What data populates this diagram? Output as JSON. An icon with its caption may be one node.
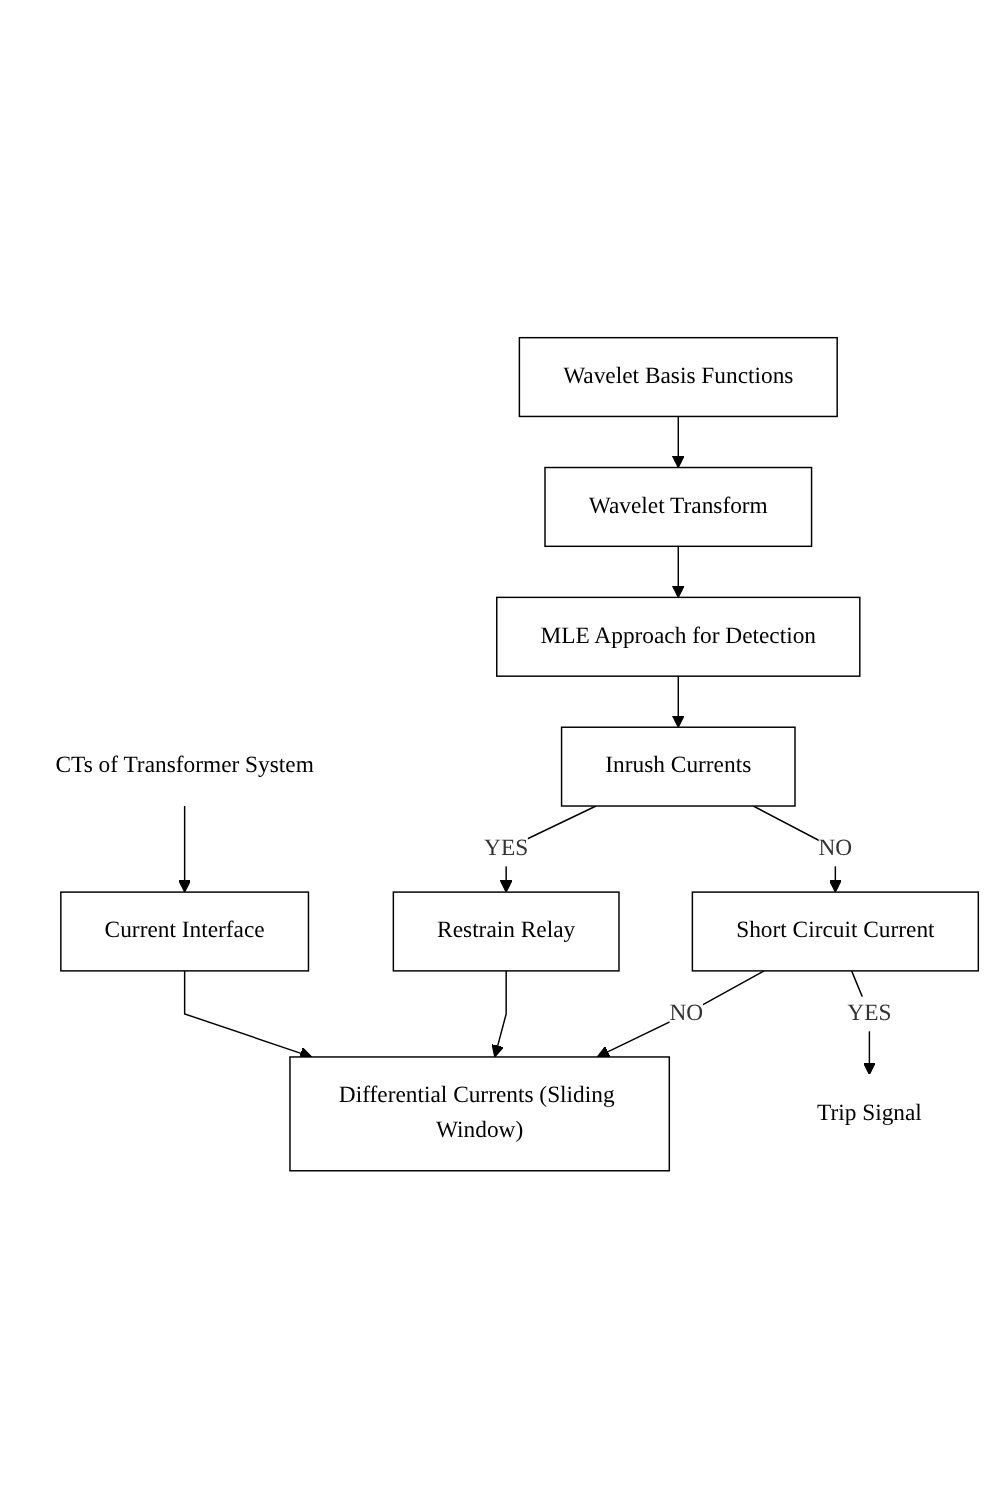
{
  "diagram": {
    "nodes": [
      {
        "text": [
          "CTs of Transformer System"
        ]
      },
      {
        "text": [
          "Current Interface"
        ]
      },
      {
        "text": [
          "Differential Currents (Sliding Window)"
        ]
      },
      {
        "text": [
          "Wavelet Transform"
        ]
      },
      {
        "text": [
          "Wavelet Basis Functions"
        ]
      },
      {
        "text": [
          "MLE Approach for Detection"
        ]
      },
      {
        "text": [
          "Inrush Currents"
        ]
      },
      {
        "text": [
          "Restrain Relay"
        ]
      },
      {
        "text": [
          "Short Circuit Current"
        ]
      },
      {
        "text": [
          "Trip Signal"
        ]
      }
    ],
    "edges": [
      {
        "from": 0,
        "to": 1,
        "arrow": "to"
      },
      {
        "from": 1,
        "to": 2,
        "arrow": "to"
      },
      {
        "from": 7,
        "to": 2,
        "arrow": "to"
      },
      {
        "from": 4,
        "to": 3,
        "arrow": "to"
      },
      {
        "from": 3,
        "to": 5,
        "arrow": "to"
      },
      {
        "from": 5,
        "to": 6,
        "arrow": "to"
      },
      {
        "from": 6,
        "to": 7,
        "label": "YES",
        "arrow": "to"
      },
      {
        "from": 6,
        "to": 8,
        "label": "NO",
        "arrow": "to"
      },
      {
        "from": 8,
        "to": 2,
        "label": "NO",
        "arrow": "to"
      },
      {
        "from": 8,
        "to": 9,
        "label": "YES",
        "arrow": "to"
      }
    ]
  }
}
